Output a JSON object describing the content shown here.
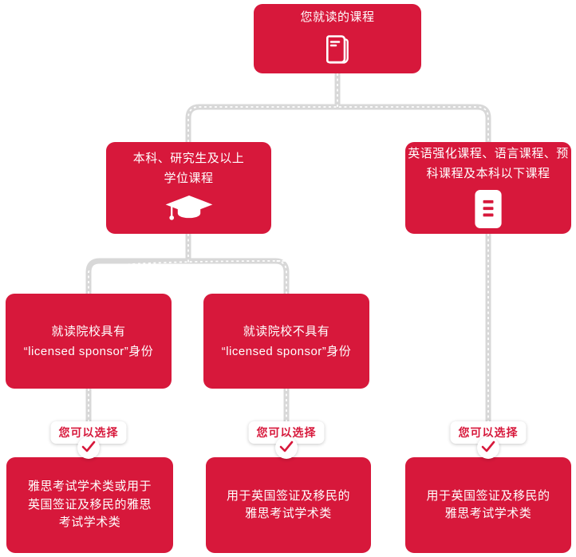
{
  "colors": {
    "brand_red": "#d7183b",
    "connector": "#d8d8d8"
  },
  "flow": {
    "root": {
      "title": "您就读的课程",
      "icon": "book-icon"
    },
    "level2": [
      {
        "line1": "本科、研究生及以上",
        "line2": "学位课程",
        "icon": "graduation-cap-icon"
      },
      {
        "line1": "英语强化课程、语言课程、预",
        "line2": "科课程及本科以下课程",
        "icon": "document-list-icon"
      }
    ],
    "level3": [
      {
        "line1": "就读院校具有",
        "line2": "“licensed sponsor”身份"
      },
      {
        "line1": "就读院校不具有",
        "line2": "“licensed sponsor”身份"
      }
    ],
    "choose_label": "您可以选择",
    "results": [
      {
        "text": "雅思考试学术类或用于英国签证及移民的雅思考试学术类"
      },
      {
        "text": "用于英国签证及移民的雅思考试学术类"
      },
      {
        "text": "用于英国签证及移民的雅思考试学术类"
      }
    ]
  }
}
